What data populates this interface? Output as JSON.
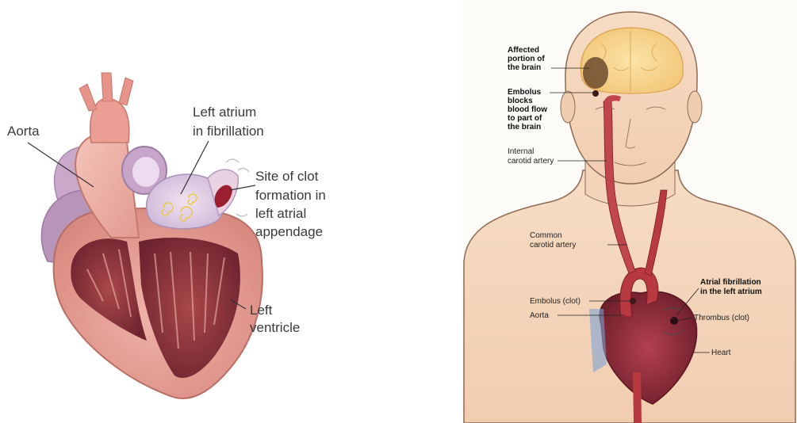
{
  "left_diagram": {
    "labels": {
      "aorta": "Aorta",
      "left_atrium": [
        "Left atrium",
        "in fibrillation"
      ],
      "clot_site": [
        "Site of clot",
        "formation in",
        "left atrial",
        "appendage"
      ],
      "left_ventricle": [
        "Left",
        "ventricle"
      ]
    }
  },
  "right_diagram": {
    "labels": {
      "affected_brain": [
        "Affected",
        "portion of",
        "the brain"
      ],
      "embolus_blocks": [
        "Embolus",
        "blocks",
        "blood flow",
        "to part of",
        "the brain"
      ],
      "internal_carotid": [
        "Internal",
        "carotid artery"
      ],
      "common_carotid": [
        "Common",
        "carotid artery"
      ],
      "atrial_fib": [
        "Atrial fibrillation",
        "in the left atrium"
      ],
      "embolus_clot": "Embolus (clot)",
      "aorta": "Aorta",
      "thrombus": "Thrombus (clot)",
      "heart": "Heart"
    }
  }
}
